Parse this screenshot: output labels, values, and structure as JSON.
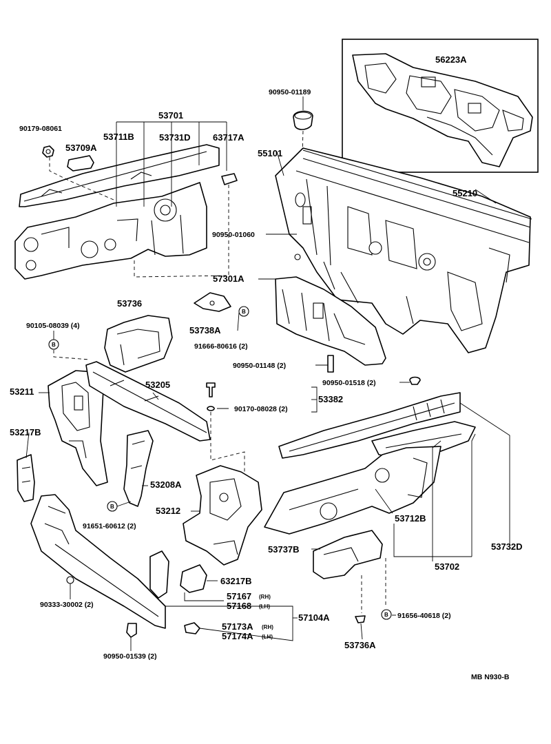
{
  "labels": {
    "p56223A": "56223A",
    "p90950_01189": "90950-01189",
    "p55101": "55101",
    "p55210": "55210",
    "p90950_01060": "90950-01060",
    "p53701": "53701",
    "p90179_08061": "90179-08061",
    "p53711B": "53711B",
    "p53731D": "53731D",
    "p63717A": "63717A",
    "p53709A": "53709A",
    "p57301A": "57301A",
    "p53736": "53736",
    "p53738A": "53738A",
    "p91666_80616": "91666-80616 (2)",
    "p90105_08039": "90105-08039 (4)",
    "p90950_01148": "90950-01148 (2)",
    "p90950_01518": "90950-01518 (2)",
    "p53211": "53211",
    "p53205": "53205",
    "p53382": "53382",
    "p90170_08028": "90170-08028 (2)",
    "p53217B_l": "53217B",
    "p53208A": "53208A",
    "p53212": "53212",
    "p91651_60612": "91651-60612 (2)",
    "p53712B": "53712B",
    "p53732D": "53732D",
    "p53702": "53702",
    "p53737B": "53737B",
    "p63217B": "63217B",
    "p57167": "57167",
    "p57168": "57168",
    "p57104A": "57104A",
    "p57173A": "57173A",
    "p57174A": "57174A",
    "rh1": "(RH)",
    "lh1": "(LH)",
    "rh2": "(RH)",
    "lh2": "(LH)",
    "p90333_30002": "90333-30002 (2)",
    "p90950_01539": "90950-01539 (2)",
    "p91656_40618": "91656-40618 (2)",
    "p53736A": "53736A",
    "code": "MB  N930-B",
    "mark_b": "B"
  }
}
